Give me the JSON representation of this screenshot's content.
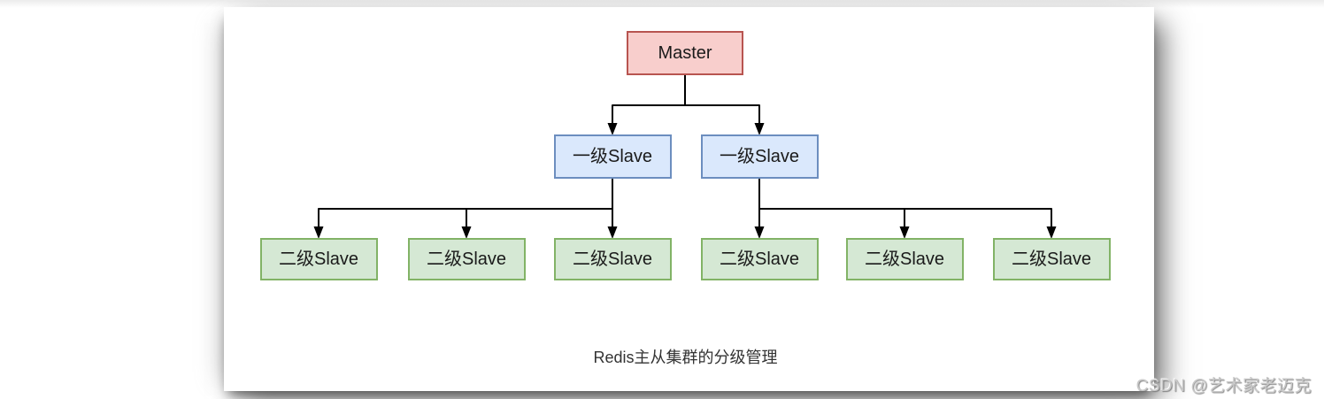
{
  "diagram": {
    "caption": "Redis主从集群的分级管理",
    "nodes": {
      "master": {
        "label": "Master",
        "role": "master"
      },
      "slave1_left": {
        "label": "一级Slave",
        "role": "level1"
      },
      "slave1_right": {
        "label": "一级Slave",
        "role": "level1"
      },
      "slave2_1": {
        "label": "二级Slave",
        "role": "level2"
      },
      "slave2_2": {
        "label": "二级Slave",
        "role": "level2"
      },
      "slave2_3": {
        "label": "二级Slave",
        "role": "level2"
      },
      "slave2_4": {
        "label": "二级Slave",
        "role": "level2"
      },
      "slave2_5": {
        "label": "二级Slave",
        "role": "level2"
      },
      "slave2_6": {
        "label": "二级Slave",
        "role": "level2"
      }
    },
    "edges": [
      [
        "master",
        "slave1_left"
      ],
      [
        "master",
        "slave1_right"
      ],
      [
        "slave1_left",
        "slave2_1"
      ],
      [
        "slave1_left",
        "slave2_2"
      ],
      [
        "slave1_left",
        "slave2_3"
      ],
      [
        "slave1_right",
        "slave2_4"
      ],
      [
        "slave1_right",
        "slave2_5"
      ],
      [
        "slave1_right",
        "slave2_6"
      ]
    ],
    "colors": {
      "master": {
        "fill": "#f8cecc",
        "stroke": "#b85450"
      },
      "level1": {
        "fill": "#dae8fc",
        "stroke": "#6c8ebf"
      },
      "level2": {
        "fill": "#d5e8d4",
        "stroke": "#82b366"
      },
      "connector": "#000000",
      "text": "#1a1a1a"
    }
  },
  "watermark": {
    "text": "CSDN @艺术家老迈克",
    "color": "#c9c9c9"
  }
}
